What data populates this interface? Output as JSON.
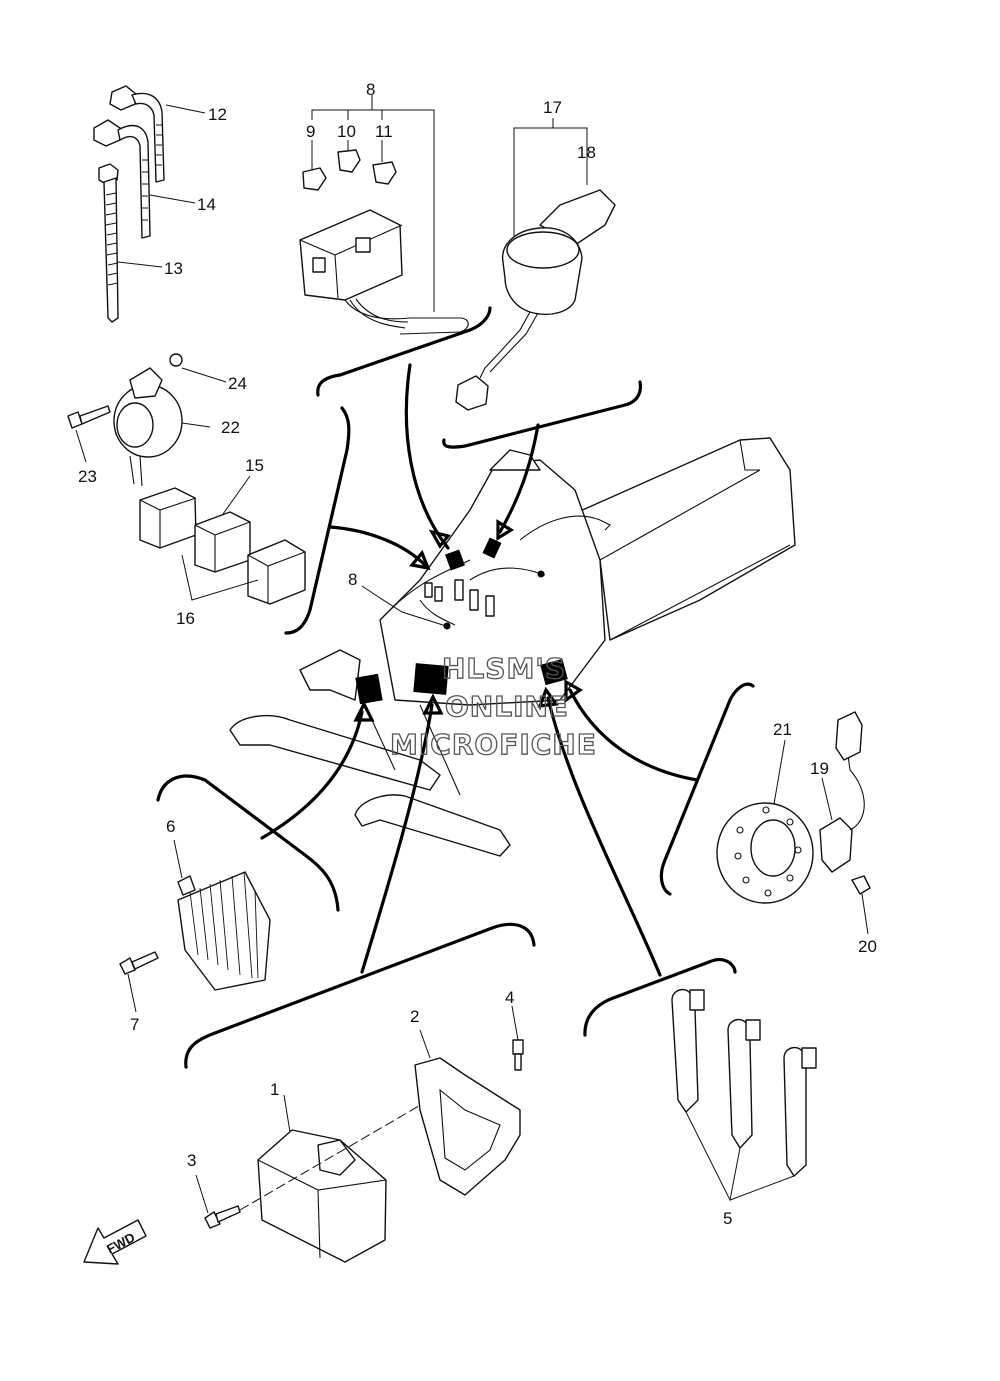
{
  "callouts": [
    {
      "id": "1",
      "text": "1"
    },
    {
      "id": "2",
      "text": "2"
    },
    {
      "id": "3",
      "text": "3"
    },
    {
      "id": "4",
      "text": "4"
    },
    {
      "id": "5",
      "text": "5"
    },
    {
      "id": "6",
      "text": "6"
    },
    {
      "id": "7",
      "text": "7"
    },
    {
      "id": "8a",
      "text": "8"
    },
    {
      "id": "8b",
      "text": "8"
    },
    {
      "id": "9",
      "text": "9"
    },
    {
      "id": "10",
      "text": "10"
    },
    {
      "id": "11",
      "text": "11"
    },
    {
      "id": "12",
      "text": "12"
    },
    {
      "id": "13",
      "text": "13"
    },
    {
      "id": "14",
      "text": "14"
    },
    {
      "id": "15",
      "text": "15"
    },
    {
      "id": "16",
      "text": "16"
    },
    {
      "id": "17",
      "text": "17"
    },
    {
      "id": "18",
      "text": "18"
    },
    {
      "id": "19",
      "text": "19"
    },
    {
      "id": "20",
      "text": "20"
    },
    {
      "id": "21",
      "text": "21"
    },
    {
      "id": "22",
      "text": "22"
    },
    {
      "id": "23",
      "text": "23"
    },
    {
      "id": "24",
      "text": "24"
    }
  ],
  "watermark": {
    "line1": "HLSM'S",
    "line2": "ONLINE",
    "line3": "MICROFICHE"
  },
  "direction_arrow": {
    "label": "FWD",
    "icon": "fwd-arrow-icon"
  },
  "colors": {
    "ink": "#111111",
    "background": "#ffffff",
    "watermark": "#555555"
  }
}
